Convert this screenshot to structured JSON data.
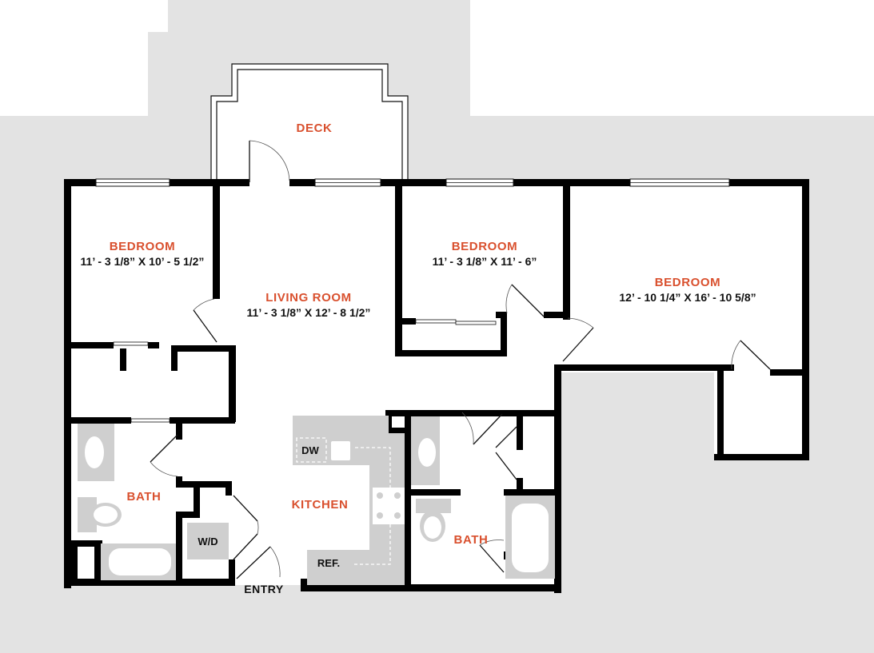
{
  "colors": {
    "background": "#ffffff",
    "site": "#e3e3e3",
    "wall": "#000000",
    "room_label": "#d9502e",
    "dimension_label": "#111111",
    "fixture": "#cfcfcf"
  },
  "rooms": {
    "deck": {
      "name": "DECK"
    },
    "bedroom_left": {
      "name": "BEDROOM",
      "size": "11’ - 3 1/8” X 10’ - 5 1/2”"
    },
    "living_room": {
      "name": "LIVING ROOM",
      "size": "11’ - 3 1/8” X 12’ - 8 1/2”"
    },
    "bedroom_middle": {
      "name": "BEDROOM",
      "size": "11’ - 3 1/8” X 11’ - 6”"
    },
    "bedroom_right": {
      "name": "BEDROOM",
      "size": "12’ - 10 1/4” X 16’ - 10 5/8”"
    },
    "bath_left": {
      "name": "BATH"
    },
    "kitchen": {
      "name": "KITCHEN"
    },
    "bath_right": {
      "name": "BATH"
    }
  },
  "fixtures": {
    "dishwasher": "DW",
    "washer_dryer": "W/D",
    "refrigerator": "REF."
  },
  "entry": {
    "label": "ENTRY"
  }
}
